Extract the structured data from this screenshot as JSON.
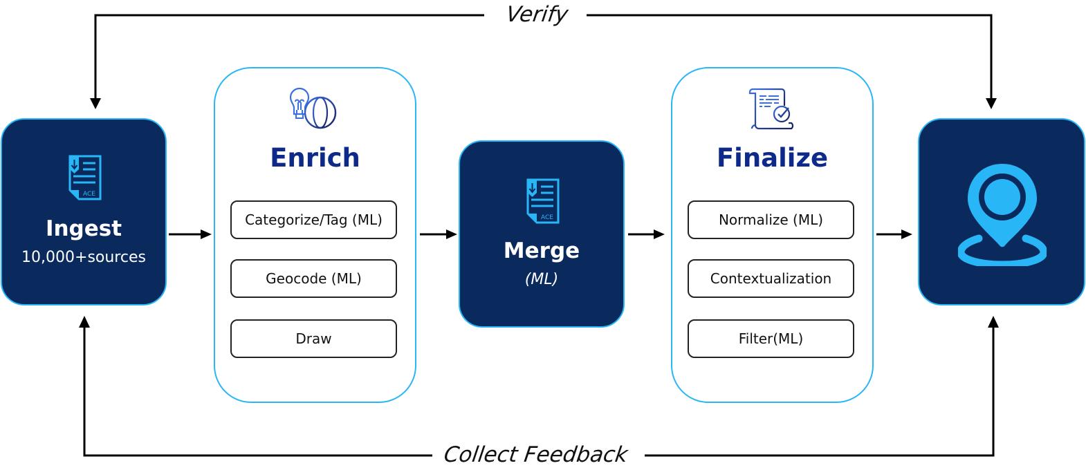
{
  "loops": {
    "top_label": "Verify",
    "bottom_label": "Collect Feedback"
  },
  "stages": {
    "ingest": {
      "title": "Ingest",
      "subtitle": "10,000+sources",
      "icon": "document-ace-icon",
      "icon_text": "ACE"
    },
    "enrich": {
      "title": "Enrich",
      "icon": "lightbulb-globe-icon",
      "steps": [
        "Categorize/Tag (ML)",
        "Geocode (ML)",
        "Draw"
      ]
    },
    "merge": {
      "title": "Merge",
      "subtitle": "(ML)",
      "icon": "document-ace-icon",
      "icon_text": "ACE"
    },
    "finalize": {
      "title": "Finalize",
      "icon": "scroll-checkmark-icon",
      "steps": [
        "Normalize (ML)",
        "Contextualization",
        "Filter(ML)"
      ]
    },
    "output": {
      "icon": "location-pin-icon"
    }
  },
  "colors": {
    "dark_box": "#0a2a5e",
    "accent_border": "#29b6f6",
    "icon_blue": "#29b6f6",
    "title_blue": "#0d2a8a",
    "arrow": "#000000"
  }
}
